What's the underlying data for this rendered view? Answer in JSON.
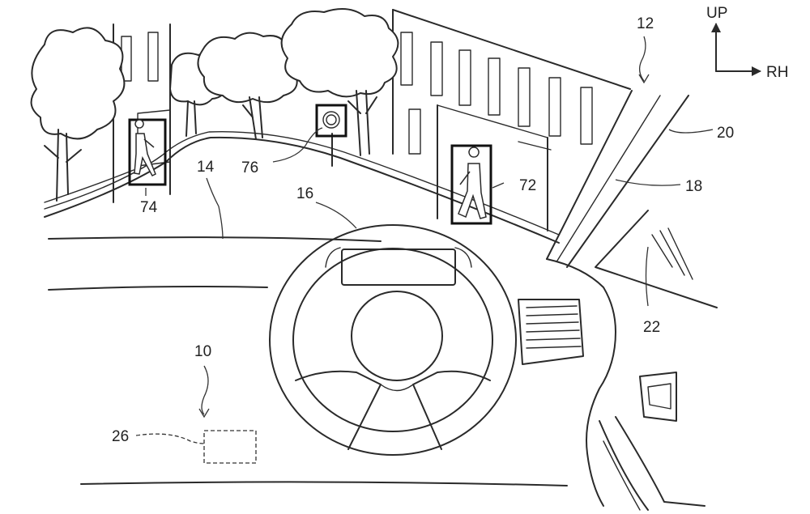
{
  "orientation": {
    "up": "UP",
    "right": "RH"
  },
  "labels": {
    "vehicle": "10",
    "view": "12",
    "road": "14",
    "steering_wheel": "16",
    "windshield": "18",
    "a_pillar": "20",
    "side_window": "22",
    "controller": "26",
    "pedestrian_right": "72",
    "pedestrian_left": "74",
    "road_sign": "76"
  }
}
